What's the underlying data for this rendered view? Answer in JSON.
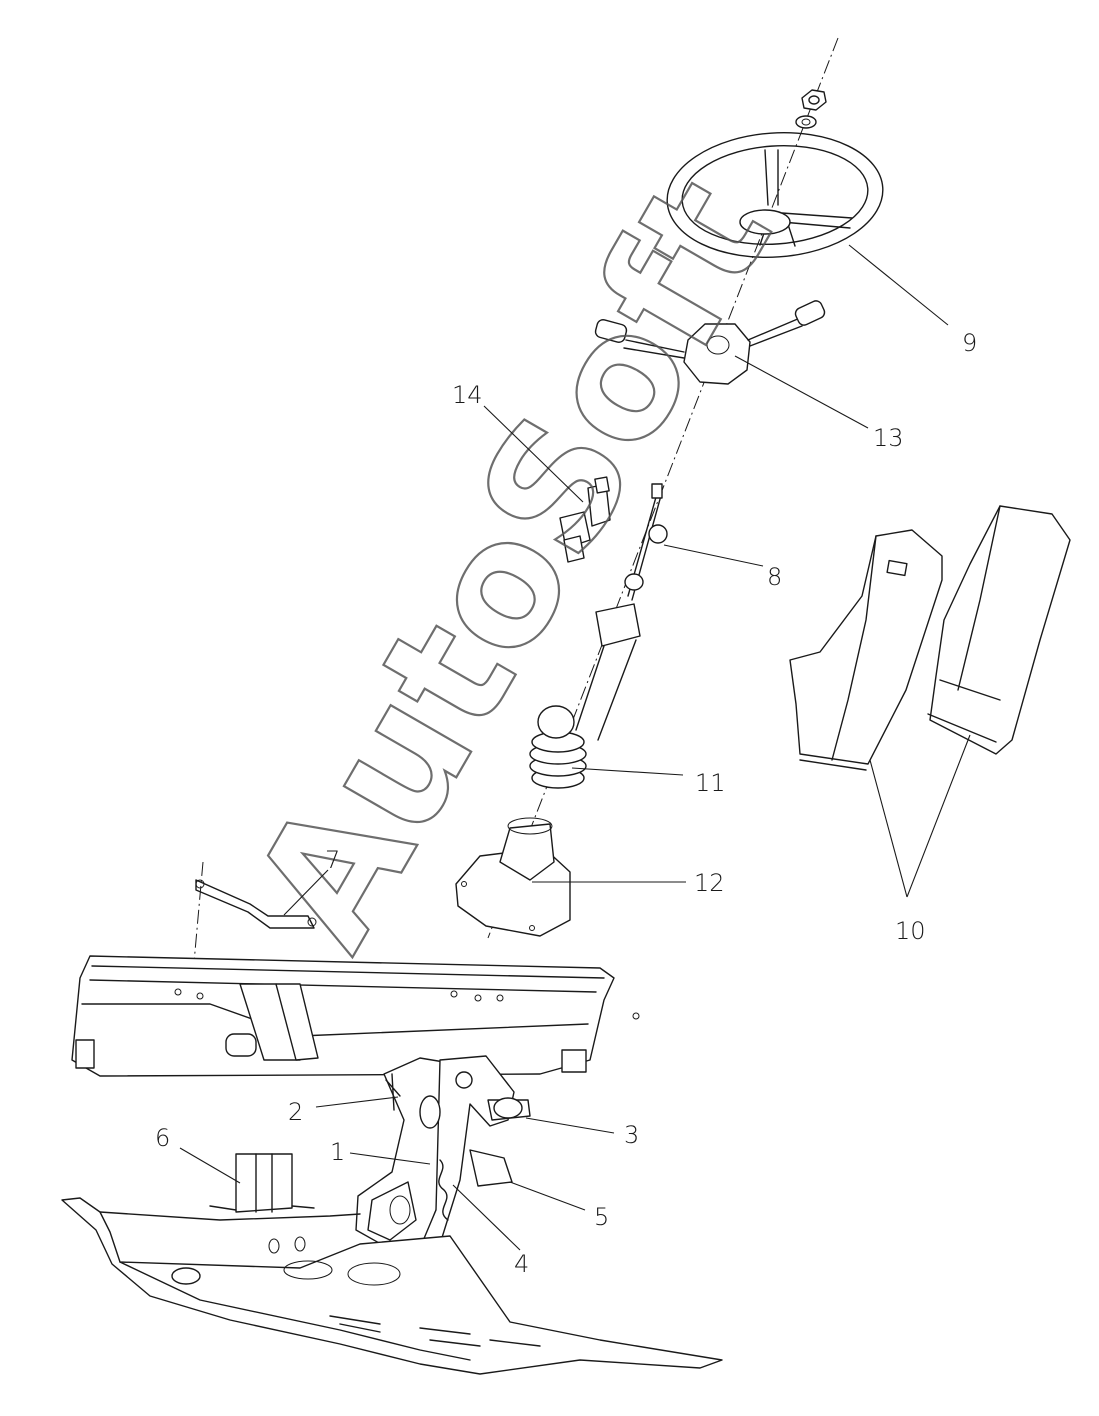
{
  "watermark": "AutoSoft",
  "callouts": [
    {
      "id": "c1",
      "label": "1"
    },
    {
      "id": "c2",
      "label": "2"
    },
    {
      "id": "c3",
      "label": "3"
    },
    {
      "id": "c4",
      "label": "4"
    },
    {
      "id": "c5",
      "label": "5"
    },
    {
      "id": "c6",
      "label": "6"
    },
    {
      "id": "c7",
      "label": "7"
    },
    {
      "id": "c8",
      "label": "8"
    },
    {
      "id": "c9",
      "label": "9"
    },
    {
      "id": "c10",
      "label": "10"
    },
    {
      "id": "c11",
      "label": "11"
    },
    {
      "id": "c12",
      "label": "12"
    },
    {
      "id": "c13",
      "label": "13"
    },
    {
      "id": "c14",
      "label": "14"
    }
  ]
}
